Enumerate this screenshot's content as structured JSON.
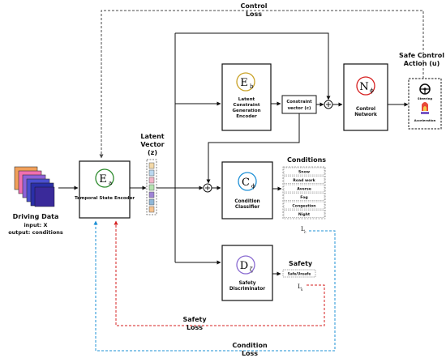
{
  "inputs": {
    "title": "Driving Data",
    "input_line": "input: X",
    "output_line": "output: conditions"
  },
  "modules": {
    "temporal": {
      "symbol": "E",
      "subscript": "a",
      "label": "Temporal State Encoder"
    },
    "latent_encoder": {
      "symbol": "E",
      "subscript": "b",
      "label_lines": [
        "Latent",
        "Constraint",
        "Generation",
        "Encoder"
      ]
    },
    "constraint_vector": {
      "label_lines": [
        "Constraint",
        "vector (c)"
      ]
    },
    "control_network": {
      "symbol": "N",
      "subscript": "ϕ",
      "label_lines": [
        "Control",
        "Network"
      ]
    },
    "condition_classifier": {
      "symbol": "C",
      "subscript": "ϕ",
      "label_lines": [
        "Condition",
        "Classifier"
      ]
    },
    "safety_discriminator": {
      "symbol": "D",
      "subscript": "ζ",
      "label_lines": [
        "Safety",
        "Discriminator"
      ]
    }
  },
  "latent_vector": {
    "label_lines": [
      "Latent",
      "Vector",
      "(z)"
    ]
  },
  "conditions": {
    "title": "Conditions",
    "items": [
      "Snow",
      "Road work",
      "Averse",
      "Fog",
      "Congestion",
      "Night"
    ],
    "loss_symbol": "L",
    "loss_subscript": "c"
  },
  "safety": {
    "title": "Safety",
    "item": "Safe/Unsafe",
    "loss_symbol": "L",
    "loss_subscript": "s"
  },
  "output": {
    "title_lines": [
      "Safe Control",
      "Action (u)"
    ],
    "steering": "Steering",
    "acceleration": "Acceleration"
  },
  "losses": {
    "control": [
      "Control",
      "Loss"
    ],
    "safety": [
      "Safety",
      "Loss"
    ],
    "condition": [
      "Condition",
      "Loss"
    ]
  },
  "colors": {
    "control_loss": "#4a4a4a",
    "safety_loss": "#d62020",
    "condition_loss": "#1e90d6"
  }
}
